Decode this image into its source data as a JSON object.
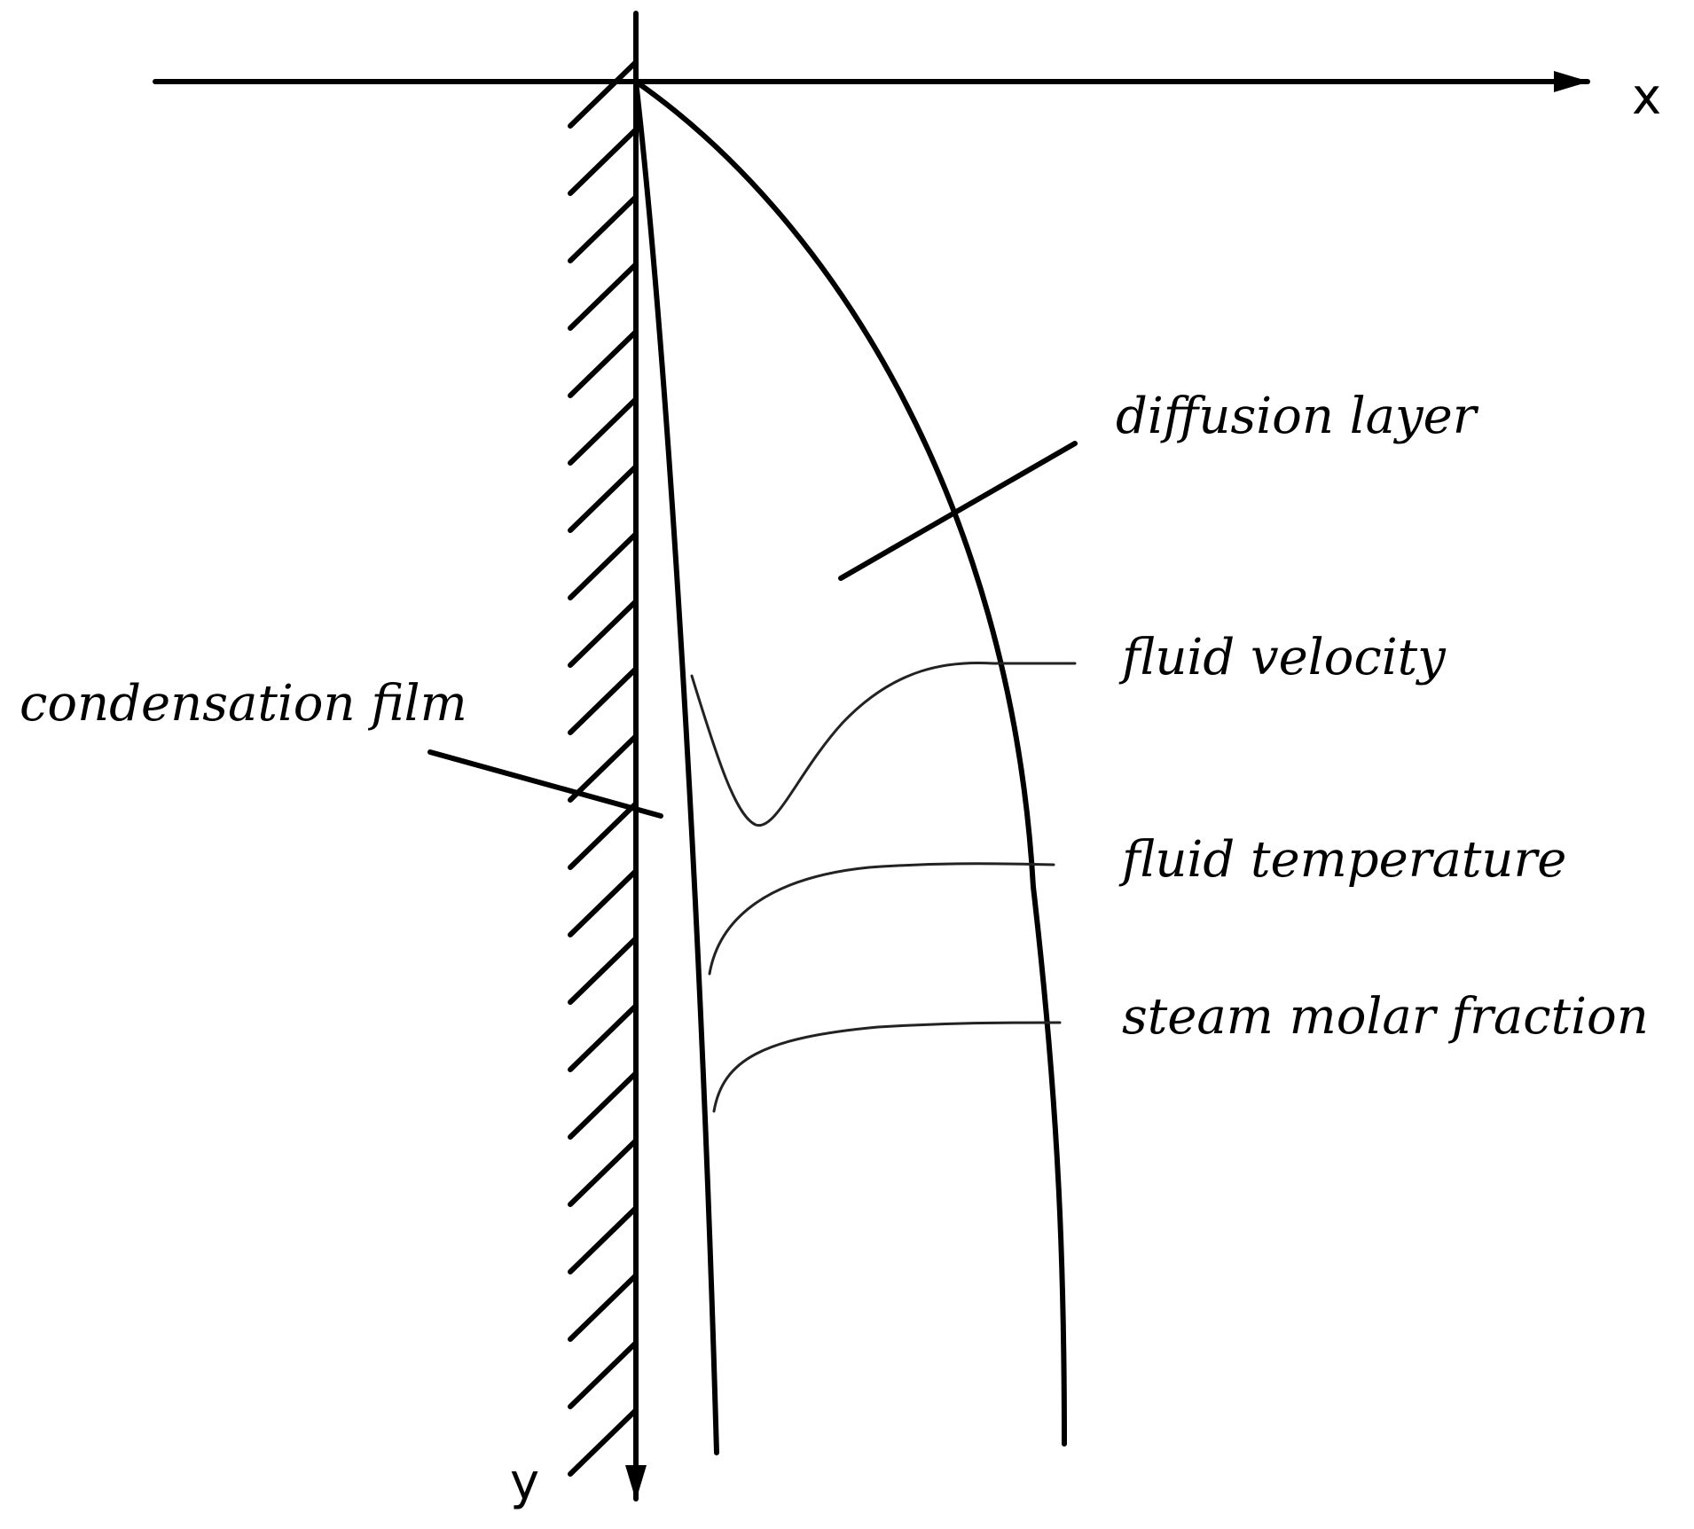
{
  "axes": {
    "x_label": "x",
    "y_label": "y"
  },
  "labels": {
    "diffusion_layer": "diffusion layer",
    "fluid_velocity": "fluid velocity",
    "condensation_film": "condensation film",
    "fluid_temperature": "fluid temperature",
    "steam_molar_fraction": "steam molar fraction"
  },
  "colors": {
    "line": "#000000",
    "background": "#ffffff"
  }
}
